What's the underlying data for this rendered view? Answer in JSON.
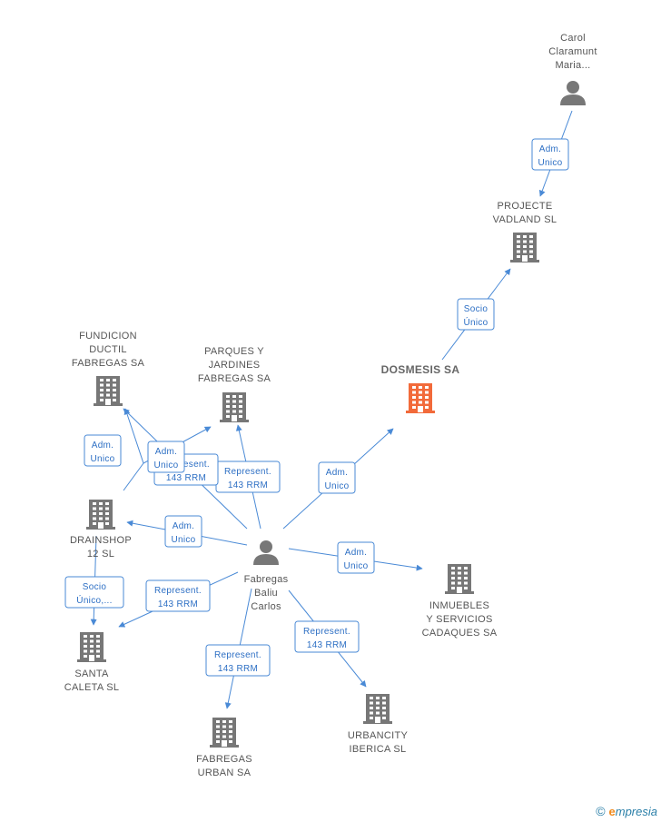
{
  "nodes": [
    {
      "id": "carol",
      "kind": "person",
      "lines": [
        "Carol",
        "Claramunt",
        "Maria..."
      ],
      "color": "#777777"
    },
    {
      "id": "projecte",
      "kind": "company",
      "lines": [
        "PROJECTE",
        "VADLAND  SL"
      ],
      "color": "#777777"
    },
    {
      "id": "dosmesis",
      "kind": "company",
      "lines": [
        "DOSMESIS SA"
      ],
      "color": "#f26a3a",
      "main": true
    },
    {
      "id": "fundicion",
      "kind": "company",
      "lines": [
        "FUNDICION",
        "DUCTIL",
        "FABREGAS SA"
      ],
      "color": "#777777"
    },
    {
      "id": "parques",
      "kind": "company",
      "lines": [
        "PARQUES Y",
        "JARDINES",
        "FABREGAS SA"
      ],
      "color": "#777777"
    },
    {
      "id": "drainshop",
      "kind": "company",
      "lines": [
        "DRAINSHOP",
        "12 SL"
      ],
      "color": "#777777"
    },
    {
      "id": "fabregas",
      "kind": "person",
      "lines": [
        "Fabregas",
        "Baliu",
        "Carlos"
      ],
      "color": "#777777"
    },
    {
      "id": "inmuebles",
      "kind": "company",
      "lines": [
        "INMUEBLES",
        "Y SERVICIOS",
        "CADAQUES SA"
      ],
      "color": "#777777"
    },
    {
      "id": "santa",
      "kind": "company",
      "lines": [
        "SANTA",
        "CALETA SL"
      ],
      "color": "#777777"
    },
    {
      "id": "urbancity",
      "kind": "company",
      "lines": [
        "URBANCITY",
        "IBERICA  SL"
      ],
      "color": "#777777"
    },
    {
      "id": "urban",
      "kind": "company",
      "lines": [
        "FABREGAS",
        "URBAN SA"
      ],
      "color": "#777777"
    }
  ],
  "edges": [
    {
      "from": "carol",
      "to": "projecte",
      "lines": [
        "Adm.",
        "Unico"
      ]
    },
    {
      "from": "dosmesis",
      "to": "projecte",
      "lines": [
        "Socio",
        "Único"
      ]
    },
    {
      "from": "fabregas",
      "to": "dosmesis",
      "lines": [
        "Adm.",
        "Unico"
      ]
    },
    {
      "from": "fabregas",
      "to": "parques",
      "lines": [
        "Represent.",
        "143 RRM"
      ]
    },
    {
      "from": "fabregas",
      "to": "fundicion",
      "lines": [
        "Represent.",
        "143 RRM"
      ]
    },
    {
      "from": "drainshop",
      "to": "parques",
      "lines": [
        "Adm.",
        "Unico"
      ]
    },
    {
      "from": "drainshop",
      "to": "fundicion",
      "lines": [
        "Adm.",
        "Unico"
      ]
    },
    {
      "from": "fabregas",
      "to": "drainshop",
      "lines": [
        "Adm.",
        "Unico"
      ]
    },
    {
      "from": "drainshop",
      "to": "santa",
      "lines": [
        "Socio",
        "Único,..."
      ]
    },
    {
      "from": "fabregas",
      "to": "santa",
      "lines": [
        "Represent.",
        "143 RRM"
      ]
    },
    {
      "from": "fabregas",
      "to": "inmuebles",
      "lines": [
        "Adm.",
        "Unico"
      ]
    },
    {
      "from": "fabregas",
      "to": "urban",
      "lines": [
        "Represent.",
        "143 RRM"
      ]
    },
    {
      "from": "fabregas",
      "to": "urbancity",
      "lines": [
        "Represent.",
        "143 RRM"
      ]
    }
  ],
  "footer": {
    "copyright": "©",
    "brand_initial": "e",
    "brand_rest": "mpresia"
  }
}
